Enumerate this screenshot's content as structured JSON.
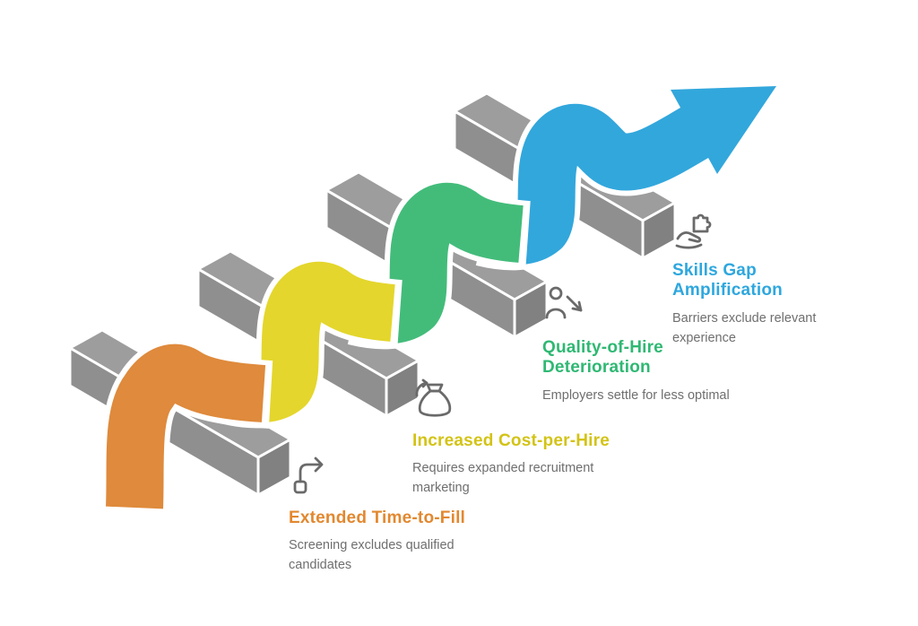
{
  "page": {
    "background": "#FFFFFF"
  },
  "colors": {
    "bar_front": "#8F8F8F",
    "bar_top": "#9D9D9D",
    "bar_end": "#818181",
    "outline": "#FFFFFF",
    "icon_gray": "#6A6A6A",
    "description_text": "#6F6F6F"
  },
  "diagram": {
    "type": "ascending-arrow-over-hurdles",
    "hurdle_count": 4
  },
  "stages": [
    {
      "title": "Extended Time-to-Fill",
      "description": "Screening excludes qualified candidates",
      "color": "#E2882F",
      "ribbon_color": "#DF8A3C",
      "icon": "turn-arrow-icon"
    },
    {
      "title": "Increased Cost-per-Hire",
      "description": "Requires expanded recruitment marketing",
      "color": "#D3C315",
      "ribbon_color": "#E4D62C",
      "icon": "money-bag-icon"
    },
    {
      "title": "Quality-of-Hire Deterioration",
      "description": "Employers settle for less optimal",
      "color": "#2FB873",
      "ribbon_color": "#43BC7A",
      "icon": "person-decline-icon"
    },
    {
      "title": "Skills Gap Amplification",
      "description": "Barriers exclude relevant experience",
      "color": "#2EA7DE",
      "ribbon_color": "#32A7DC",
      "icon": "hand-puzzle-icon"
    }
  ]
}
